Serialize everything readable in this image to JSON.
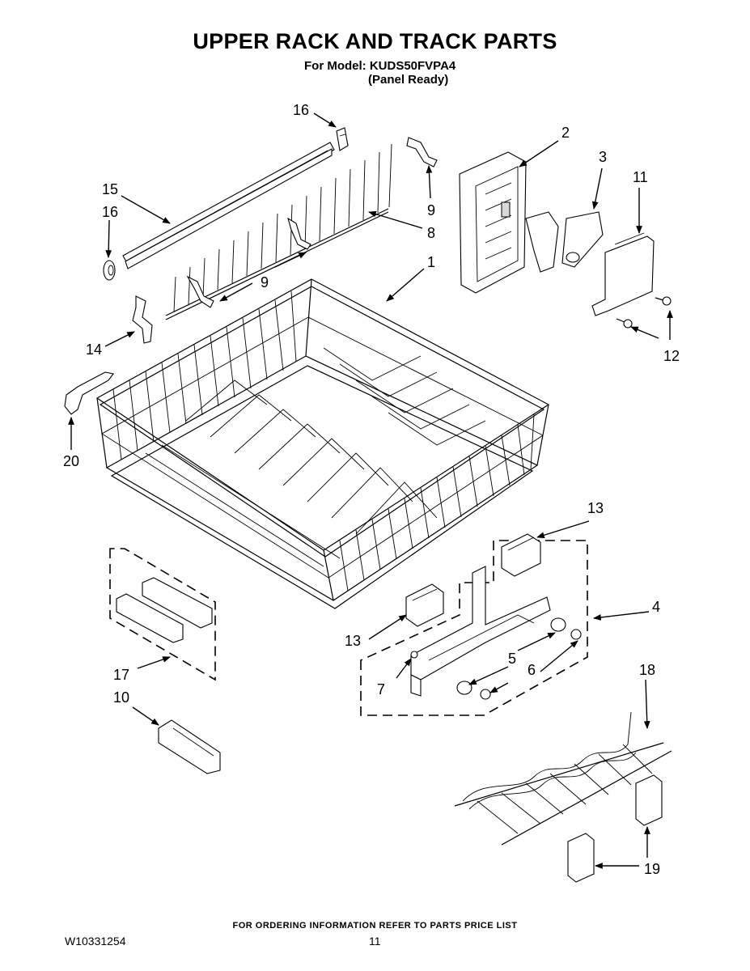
{
  "header": {
    "title": "UPPER RACK AND TRACK PARTS",
    "model_line": "For Model: KUDS50FVPA4",
    "variant_line": "(Panel Ready)"
  },
  "callouts": [
    "16",
    "15",
    "16",
    "14",
    "20",
    "9",
    "9",
    "8",
    "1",
    "2",
    "3",
    "11",
    "12",
    "13",
    "13",
    "4",
    "5",
    "6",
    "7",
    "17",
    "10",
    "18",
    "19"
  ],
  "footer": {
    "ordering_note": "FOR ORDERING INFORMATION REFER TO PARTS PRICE LIST",
    "document_number": "W10331254",
    "page_number": "11"
  }
}
